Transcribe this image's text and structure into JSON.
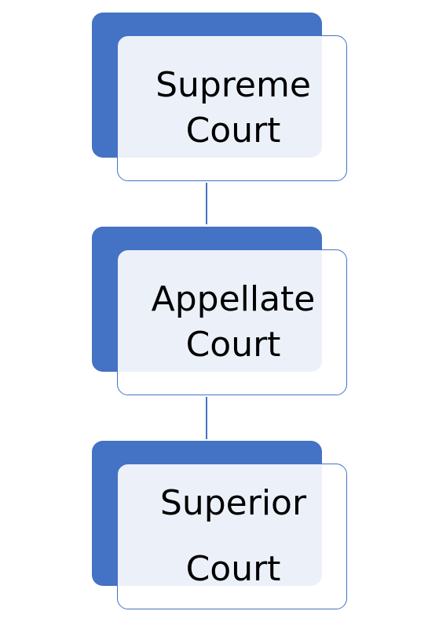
{
  "diagram": {
    "nodes": [
      {
        "line1": "Supreme",
        "line2": "Court"
      },
      {
        "line1": "Appellate",
        "line2": "Court"
      },
      {
        "line1": "Superior",
        "line2": "Court"
      }
    ]
  },
  "colors": {
    "accent": "#4472c4",
    "panel": "#ffffff",
    "text": "#000000"
  }
}
